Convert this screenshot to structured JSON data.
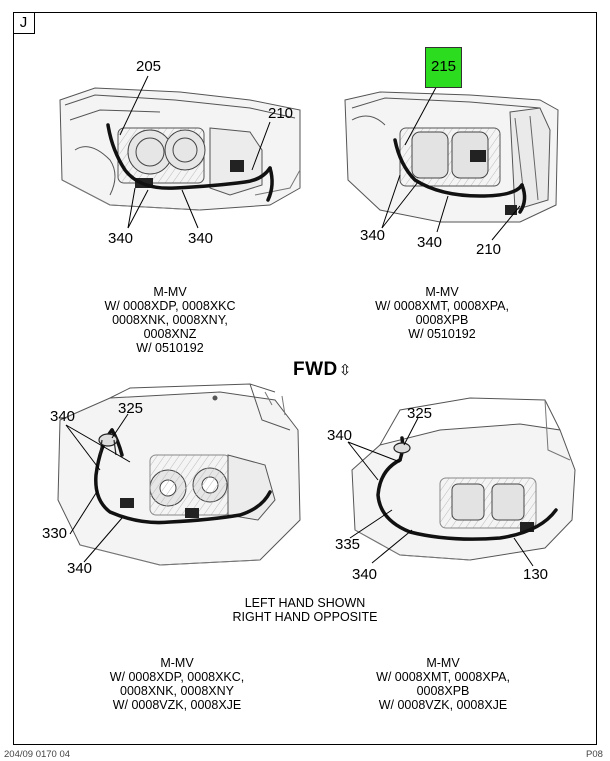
{
  "sheet_tag": "J",
  "panels": {
    "top_left": {
      "callouts": {
        "c205": "205",
        "c210": "210",
        "c340a": "340",
        "c340b": "340"
      },
      "caption": "M-MV\nW/ 0008XDP, 0008XKC\n0008XNK, 0008XNY,\n0008XNZ\nW/ 0510192"
    },
    "top_right": {
      "callouts": {
        "c215": "215",
        "c340a": "340",
        "c340b": "340",
        "c210": "210"
      },
      "highlight_color": "#2bdc1f",
      "caption": "M-MV\nW/ 0008XMT, 0008XPA,\n0008XPB\nW/ 0510192"
    },
    "bottom_left": {
      "callouts": {
        "c340a": "340",
        "c325": "325",
        "c330": "330",
        "c340b": "340"
      },
      "caption": "M-MV\nW/ 0008XDP, 0008XKC,\n0008XNK, 0008XNY\nW/ 0008VZK, 0008XJE"
    },
    "bottom_right": {
      "callouts": {
        "c340a": "340",
        "c325": "325",
        "c335": "335",
        "c340b": "340",
        "c130": "130"
      },
      "caption": "M-MV\nW/ 0008XMT, 0008XPA,\n0008XPB\nW/ 0008VZK, 0008XJE"
    }
  },
  "fwd": {
    "label": "FWD",
    "arrow": "⇳"
  },
  "hand_note": "LEFT HAND SHOWN\nRIGHT HAND OPPOSITE",
  "footer": {
    "left": "204/09 0170 04",
    "right": "P08"
  }
}
